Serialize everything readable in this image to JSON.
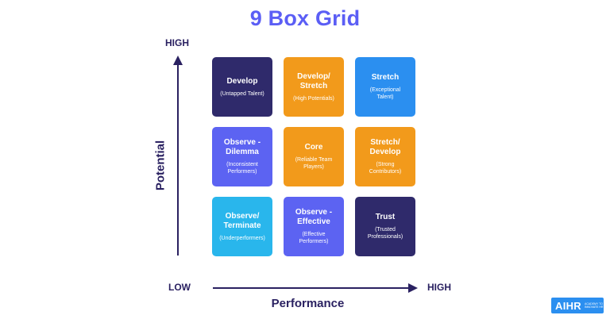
{
  "title": "9 Box Grid",
  "axes": {
    "y_label": "Potential",
    "y_high": "HIGH",
    "x_label": "Performance",
    "x_low": "LOW",
    "x_high": "HIGH"
  },
  "boxes": [
    {
      "title": "Develop",
      "subtitle": "(Untapped Talent)",
      "color": "#2f2a6b"
    },
    {
      "title": "Develop/\nStretch",
      "subtitle": "(High Potentials)",
      "color": "#f29a1b"
    },
    {
      "title": "Stretch",
      "subtitle": "(Exceptional\nTalent)",
      "color": "#2b8ff0"
    },
    {
      "title": "Observe -\nDilemma",
      "subtitle": "(Inconsistent\nPerformers)",
      "color": "#5c63f2"
    },
    {
      "title": "Core",
      "subtitle": "(Reliable Team\nPlayers)",
      "color": "#f29a1b"
    },
    {
      "title": "Stretch/\nDevelop",
      "subtitle": "(Strong\nContributors)",
      "color": "#f29a1b"
    },
    {
      "title": "Observe/\nTerminate",
      "subtitle": "(Underperformers)",
      "color": "#29b6ec"
    },
    {
      "title": "Observe -\nEffective",
      "subtitle": "(Effective\nPerformers)",
      "color": "#5c63f2"
    },
    {
      "title": "Trust",
      "subtitle": "(Trusted\nProfessionals)",
      "color": "#2f2a6b"
    }
  ],
  "logo": {
    "word": "AIHR",
    "tagline": "ACADEMY TO\nINNOVATE HR",
    "color": "#2b8ff0"
  },
  "colors": {
    "title": "#5b5ef5",
    "axis": "#2a2161"
  }
}
